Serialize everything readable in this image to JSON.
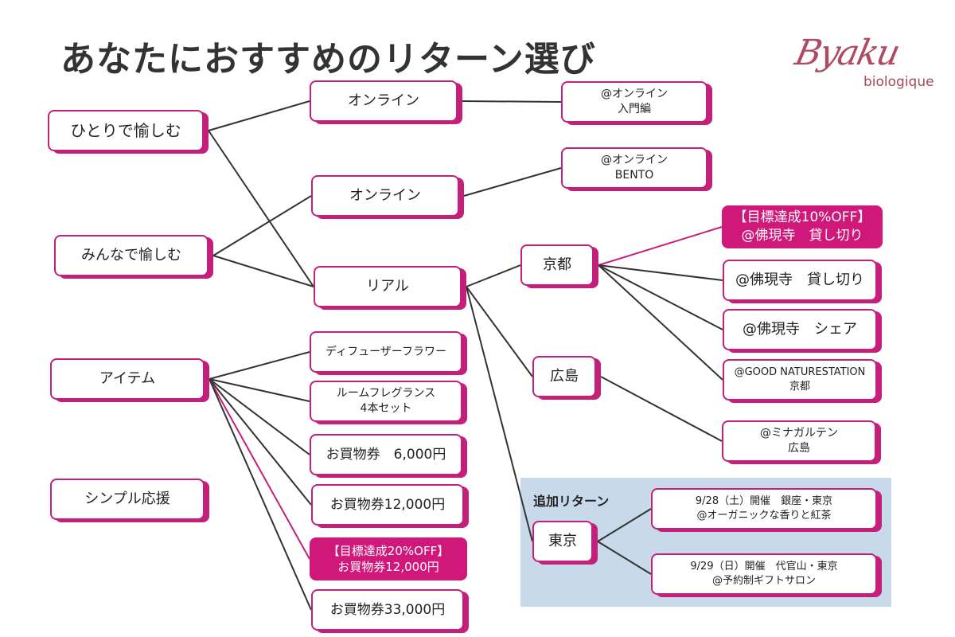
{
  "title": "あなたにおすすめのリターン選び",
  "logo": {
    "script": "Byaku",
    "sub": "biologique"
  },
  "colors": {
    "accent": "#c41f7a",
    "highlight": "#d0177a",
    "line": "#333333",
    "panel": "#c8d9ea"
  },
  "extra_section_label": "追加リターン",
  "nodes": {
    "solo": "ひとりで愉しむ",
    "group": "みんなで愉しむ",
    "item": "アイテム",
    "simple": "シンプル応援",
    "online1": "オンライン",
    "online2": "オンライン",
    "real": "リアル",
    "online_intro": "@オンライン\n入門編",
    "online_bento": "@オンライン\nBENTO",
    "kyoto": "京都",
    "hiroshima": "広島",
    "tokyo": "東京",
    "kyoto_discount": "【目標達成10%OFF】\n@佛現寺　貸し切り",
    "kyoto_private": "@佛現寺　貸し切り",
    "kyoto_share": "@佛現寺　シェア",
    "kyoto_good": "@GOOD NATURESTATION\n京都",
    "hiroshima_mina": "@ミナガルテン\n広島",
    "tokyo_0928": "9/28（土）開催　銀座・東京\n@オーガニックな香りと紅茶",
    "tokyo_0929": "9/29（日）開催　代官山・東京\n@予約制ギフトサロン",
    "diffuser": "ディフューザーフラワー",
    "room_fragrance": "ルームフレグランス\n4本セット",
    "voucher_6000": "お買物券　6,000円",
    "voucher_12000": "お買物券12,000円",
    "voucher_12000_discount": "【目標達成20%OFF】\nお買物券12,000円",
    "voucher_33000": "お買物券33,000円"
  },
  "links": [
    {
      "from": "solo",
      "to": "online1",
      "highlight": false
    },
    {
      "from": "solo",
      "to": "real",
      "highlight": false
    },
    {
      "from": "group",
      "to": "online2",
      "highlight": false
    },
    {
      "from": "group",
      "to": "real",
      "highlight": false
    },
    {
      "from": "online1",
      "to": "online_intro",
      "highlight": false
    },
    {
      "from": "online2",
      "to": "online_bento",
      "highlight": false
    },
    {
      "from": "real",
      "to": "kyoto",
      "highlight": false
    },
    {
      "from": "real",
      "to": "hiroshima",
      "highlight": false
    },
    {
      "from": "real",
      "to": "tokyo",
      "highlight": false
    },
    {
      "from": "kyoto",
      "to": "kyoto_discount",
      "highlight": true
    },
    {
      "from": "kyoto",
      "to": "kyoto_private",
      "highlight": false
    },
    {
      "from": "kyoto",
      "to": "kyoto_share",
      "highlight": false
    },
    {
      "from": "kyoto",
      "to": "kyoto_good",
      "highlight": false
    },
    {
      "from": "hiroshima",
      "to": "hiroshima_mina",
      "highlight": false
    },
    {
      "from": "tokyo",
      "to": "tokyo_0928",
      "highlight": false
    },
    {
      "from": "tokyo",
      "to": "tokyo_0929",
      "highlight": false
    },
    {
      "from": "item",
      "to": "diffuser",
      "highlight": false
    },
    {
      "from": "item",
      "to": "room_fragrance",
      "highlight": false
    },
    {
      "from": "item",
      "to": "voucher_6000",
      "highlight": false
    },
    {
      "from": "item",
      "to": "voucher_12000",
      "highlight": false
    },
    {
      "from": "item",
      "to": "voucher_12000_discount",
      "highlight": true
    },
    {
      "from": "item",
      "to": "voucher_33000",
      "highlight": false
    }
  ]
}
